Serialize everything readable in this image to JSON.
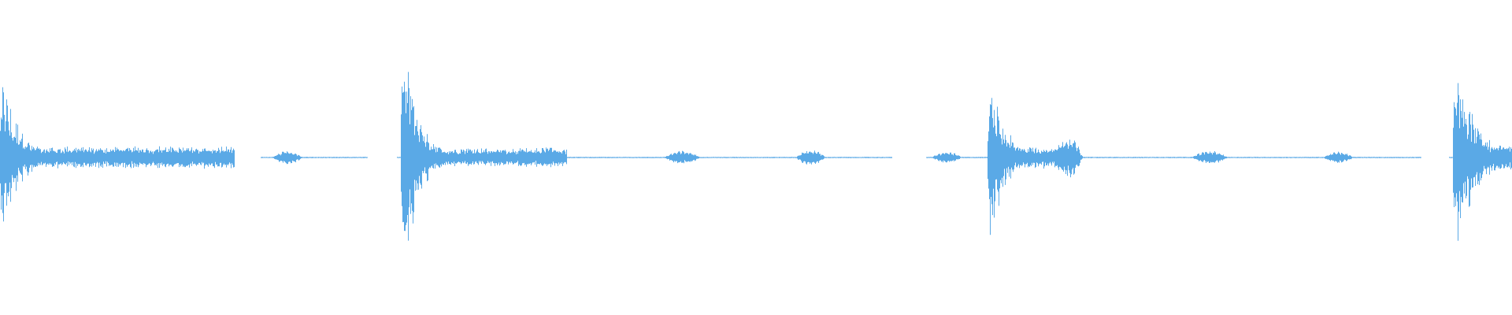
{
  "waveform": {
    "color": "#5aa9e6",
    "description_label": "",
    "duration_bins": 1920,
    "events": [
      {
        "type": "transient",
        "start_fraction": 0.0,
        "peak_amplitude": 0.48,
        "decay": 0.012,
        "tail_amplitude": 0.06,
        "tail_end_fraction": 0.155
      },
      {
        "type": "transient",
        "start_fraction": 0.265,
        "peak_amplitude": 0.78,
        "decay": 0.01,
        "tail_amplitude": 0.05,
        "tail_end_fraction": 0.375
      },
      {
        "type": "transient",
        "start_fraction": 0.653,
        "peak_amplitude": 0.55,
        "decay": 0.01,
        "tail_amplitude": 0.06,
        "tail_end_fraction": 0.712
      },
      {
        "type": "transient",
        "start_fraction": 0.961,
        "peak_amplitude": 0.7,
        "decay": 0.012,
        "tail_amplitude": 0.07,
        "tail_end_fraction": 1.0
      }
    ],
    "blobs": [
      {
        "center_fraction": 0.097,
        "amplitude": 0.05,
        "width_fraction": 0.012
      },
      {
        "center_fraction": 0.19,
        "amplitude": 0.035,
        "width_fraction": 0.01
      },
      {
        "center_fraction": 0.362,
        "amplitude": 0.055,
        "width_fraction": 0.012
      },
      {
        "center_fraction": 0.451,
        "amplitude": 0.035,
        "width_fraction": 0.012
      },
      {
        "center_fraction": 0.536,
        "amplitude": 0.04,
        "width_fraction": 0.01
      },
      {
        "center_fraction": 0.626,
        "amplitude": 0.03,
        "width_fraction": 0.01
      },
      {
        "center_fraction": 0.706,
        "amplitude": 0.11,
        "width_fraction": 0.01
      },
      {
        "center_fraction": 0.8,
        "amplitude": 0.035,
        "width_fraction": 0.012
      },
      {
        "center_fraction": 0.885,
        "amplitude": 0.03,
        "width_fraction": 0.01
      }
    ],
    "gaps": [
      [
        0.155,
        0.172
      ],
      [
        0.243,
        0.262
      ],
      [
        0.59,
        0.612
      ],
      [
        0.94,
        0.958
      ]
    ]
  }
}
